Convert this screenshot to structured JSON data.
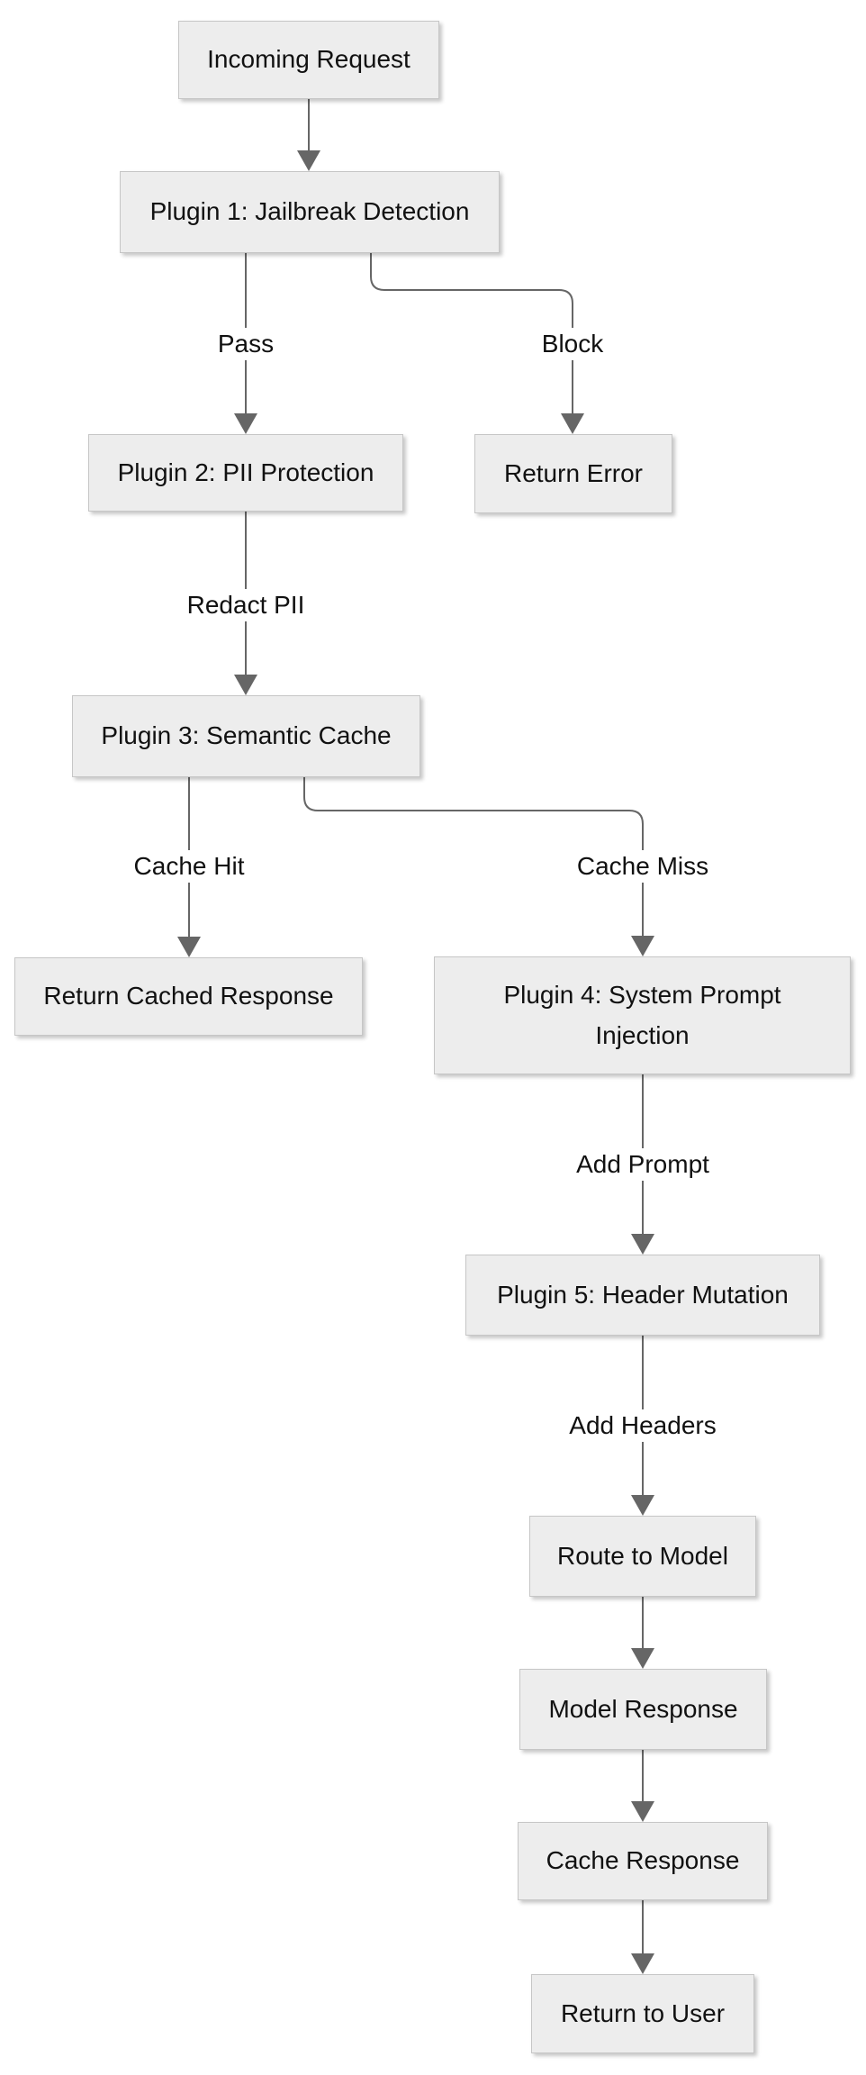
{
  "diagram": {
    "type": "flowchart",
    "direction": "top-down",
    "nodes": {
      "incoming_request": {
        "label": "Incoming Request"
      },
      "plugin1": {
        "label": "Plugin 1: Jailbreak Detection"
      },
      "plugin2": {
        "label": "Plugin 2: PII Protection"
      },
      "return_error": {
        "label": "Return Error"
      },
      "plugin3": {
        "label": "Plugin 3: Semantic Cache"
      },
      "return_cached": {
        "label": "Return Cached Response"
      },
      "plugin4": {
        "label": "Plugin 4: System Prompt Injection"
      },
      "plugin5": {
        "label": "Plugin 5: Header Mutation"
      },
      "route_to_model": {
        "label": "Route to Model"
      },
      "model_response": {
        "label": "Model Response"
      },
      "cache_response": {
        "label": "Cache Response"
      },
      "return_to_user": {
        "label": "Return to User"
      }
    },
    "edge_labels": {
      "pass": "Pass",
      "block": "Block",
      "redact_pii": "Redact PII",
      "cache_hit": "Cache Hit",
      "cache_miss": "Cache Miss",
      "add_prompt": "Add Prompt",
      "add_headers": "Add Headers"
    },
    "edges": [
      {
        "from": "Incoming Request",
        "to": "Plugin 1: Jailbreak Detection",
        "label": ""
      },
      {
        "from": "Plugin 1: Jailbreak Detection",
        "to": "Plugin 2: PII Protection",
        "label": "Pass"
      },
      {
        "from": "Plugin 1: Jailbreak Detection",
        "to": "Return Error",
        "label": "Block"
      },
      {
        "from": "Plugin 2: PII Protection",
        "to": "Plugin 3: Semantic Cache",
        "label": "Redact PII"
      },
      {
        "from": "Plugin 3: Semantic Cache",
        "to": "Return Cached Response",
        "label": "Cache Hit"
      },
      {
        "from": "Plugin 3: Semantic Cache",
        "to": "Plugin 4: System Prompt Injection",
        "label": "Cache Miss"
      },
      {
        "from": "Plugin 4: System Prompt Injection",
        "to": "Plugin 5: Header Mutation",
        "label": "Add Prompt"
      },
      {
        "from": "Plugin 5: Header Mutation",
        "to": "Route to Model",
        "label": "Add Headers"
      },
      {
        "from": "Route to Model",
        "to": "Model Response",
        "label": ""
      },
      {
        "from": "Model Response",
        "to": "Cache Response",
        "label": ""
      },
      {
        "from": "Cache Response",
        "to": "Return to User",
        "label": ""
      }
    ],
    "colors": {
      "node_fill": "#ededed",
      "node_border": "#c6c6c6",
      "edge": "#666666",
      "text": "#111111",
      "background": "#ffffff"
    }
  }
}
